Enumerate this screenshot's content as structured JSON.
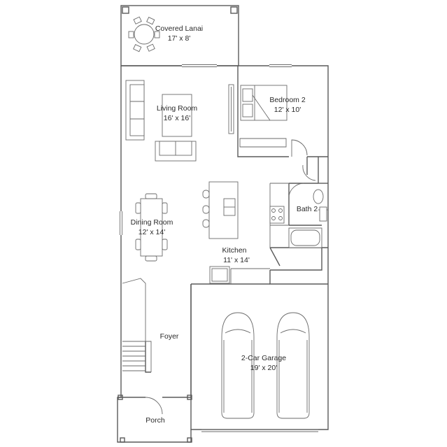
{
  "rooms": {
    "lanai": {
      "name": "Covered Lanai",
      "size": "17' x 8'"
    },
    "living": {
      "name": "Living Room",
      "size": "16' x 16'"
    },
    "bedroom2": {
      "name": "Bedroom 2",
      "size": "12' x 10'"
    },
    "dining": {
      "name": "Dining Room",
      "size": "12' x 14'"
    },
    "bath2": {
      "name": "Bath 2"
    },
    "kitchen": {
      "name": "Kitchen",
      "size": "11' x 14'"
    },
    "foyer": {
      "name": "Foyer"
    },
    "garage": {
      "name": "2-Car Garage",
      "size": "19' x 20'"
    },
    "porch": {
      "name": "Porch"
    }
  },
  "colors": {
    "wall": "#5a5a5a",
    "line": "#6a6a6a",
    "text": "#2a2a2a",
    "background": "#ffffff"
  }
}
